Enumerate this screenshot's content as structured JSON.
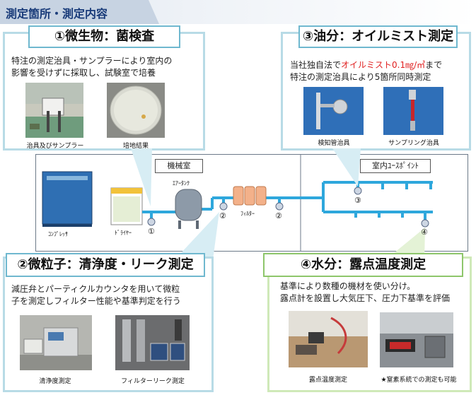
{
  "header": {
    "title": "測定箇所・測定内容"
  },
  "panel1": {
    "title": "①微生物：菌検査",
    "desc_line1": "特注の測定治具・サンプラーにより室内の",
    "desc_line2": "影響を受けずに採取し、試験室で培養",
    "photo1_caption": "治具及びサンプラー",
    "photo2_caption": "培地結果"
  },
  "panel3": {
    "title": "③油分：オイルミスト測定",
    "desc_line1_a": "当社独自法で",
    "desc_line1_red": "オイルミスト0.1㎎/㎥",
    "desc_line1_b": "まで",
    "desc_line2": "特注の測定治具により5箇所同時測定",
    "photo1_caption": "検知管治具",
    "photo2_caption": "サンプリング治具"
  },
  "panel2": {
    "title": "②微粒子：清浄度・リーク測定",
    "desc_line1": "減圧弁とパーティクルカウンタを用いて微粒",
    "desc_line2": "子を測定しフィルター性能や基準判定を行う",
    "photo1_caption": "清浄度測定",
    "photo2_caption": "フィルターリーク測定"
  },
  "panel4": {
    "title": "④水分：露点温度測定",
    "desc_line1": "基準により数種の機材を使い分け。",
    "desc_line2": "露点計を設置し大気圧下、圧力下基準を評価",
    "photo1_caption": "露点温度測定",
    "photo2_caption": "★窒素系統での測定も可能"
  },
  "diagram": {
    "machine_room": "機械室",
    "usepoint_room": "室内ﾕｰｽﾎﾟｲﾝﾄ",
    "compressor": "ｺﾝﾌﾟﾚｯｻ",
    "dryer": "ﾄﾞﾗｲﾔｰ",
    "air_tank": "ｴｱｰﾀﾝｸ",
    "filter": "ﾌｨﾙﾀｰ",
    "point1": "①",
    "point2a": "②",
    "point2b": "②",
    "point3": "③",
    "point4": "④"
  },
  "colors": {
    "pipe": "#2ea7dc",
    "panel_border_blue": "#b8dbe6",
    "panel_border_green": "#cfe9b8",
    "header_text": "#1a3c7a",
    "highlight_red": "#e02020"
  }
}
